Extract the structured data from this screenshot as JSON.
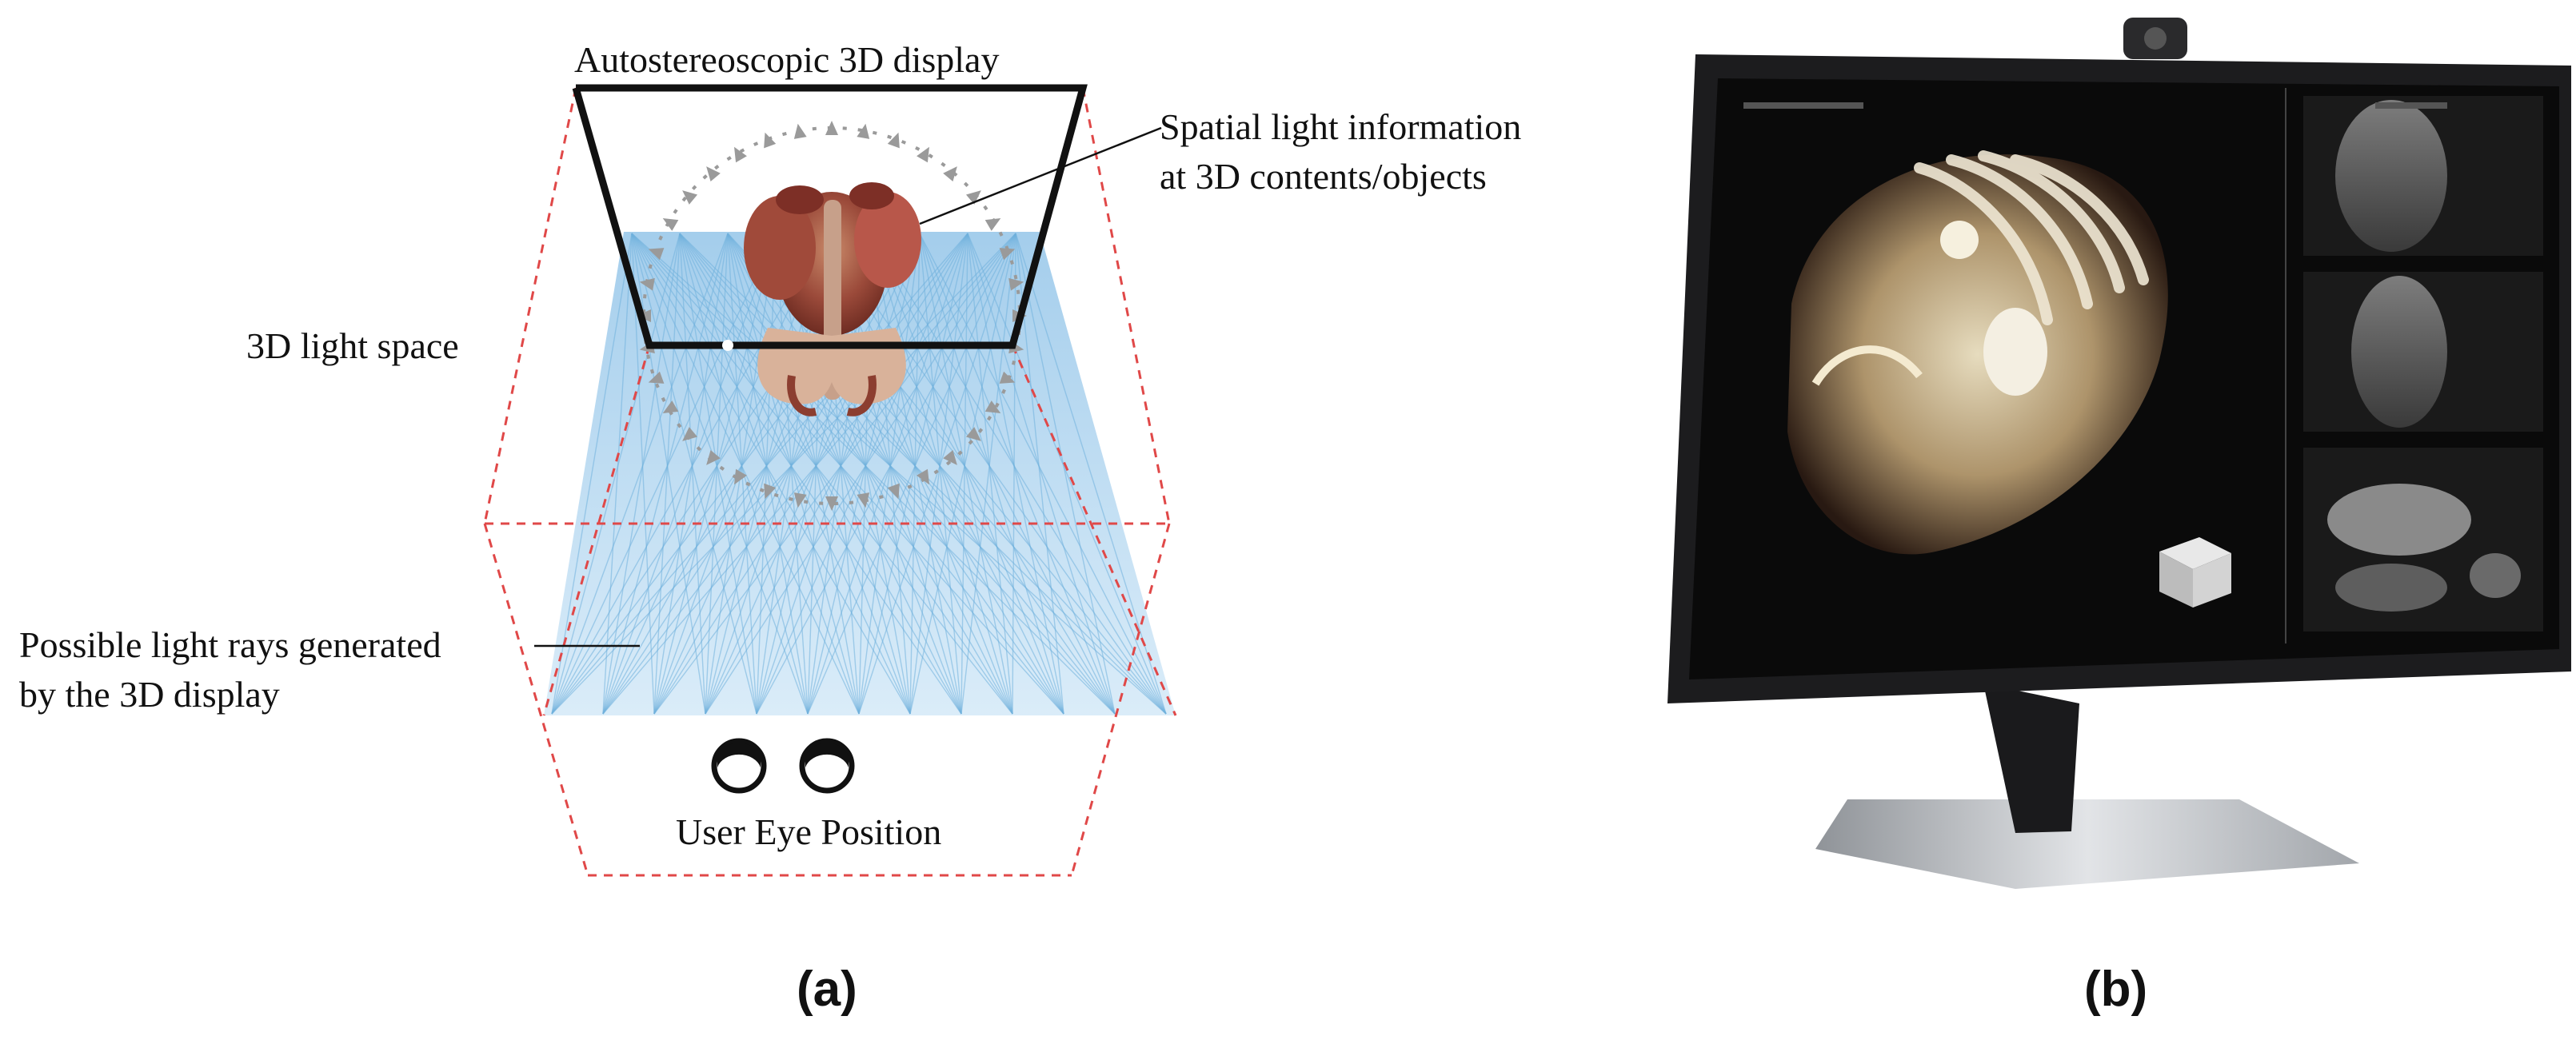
{
  "panel_a": {
    "label": "(a)",
    "display_label": "Autostereoscopic 3D display",
    "spatial_light_line1": "Spatial light information",
    "spatial_light_line2": "at 3D contents/objects",
    "light_space_label": "3D light space",
    "rays_line1": "Possible light rays generated",
    "rays_line2": "by the 3D display",
    "eye_label": "User Eye Position"
  },
  "panel_b": {
    "label": "(b)"
  },
  "colors": {
    "frustum_dash": "#e04848",
    "ray_fill": "#a9d2ee",
    "ray_line": "#6fb0dd",
    "display_frame": "#111111",
    "monitor_body": "#1c1c1e",
    "screen": "#0a0a0a",
    "stand": "#b9bcc1"
  },
  "icons": [
    "eye-icon",
    "eye-icon",
    "camera-icon",
    "orientation-cube-icon"
  ]
}
